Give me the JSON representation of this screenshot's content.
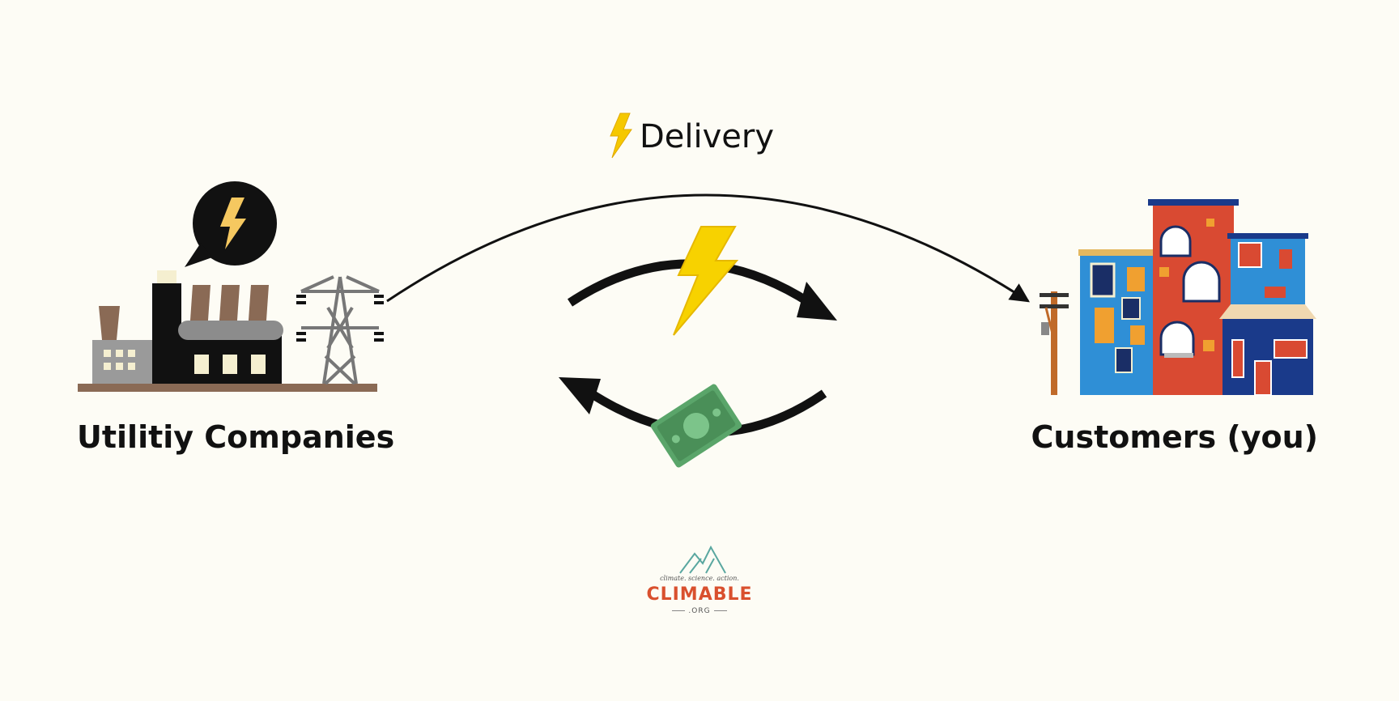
{
  "labels": {
    "utility": "Utilitiy Companies",
    "customers": "Customers (you)",
    "delivery": "Delivery"
  },
  "logo": {
    "tagline": "climate. science. action.",
    "name": "CLIMABLE",
    "suffix": ".ORG"
  },
  "icons": {
    "factory": "factory-icon",
    "tower": "power-tower-icon",
    "speech_bubble": "lightning-speech-bubble-icon",
    "buildings": "apartment-buildings-icon",
    "pole": "utility-pole-icon",
    "energy": "lightning-bolt-icon",
    "money": "dollar-bill-icon"
  },
  "colors": {
    "background": "#fdfcf5",
    "bolt": "#f5d000",
    "money": "#4a9a5a",
    "logo": "#d9502e"
  }
}
